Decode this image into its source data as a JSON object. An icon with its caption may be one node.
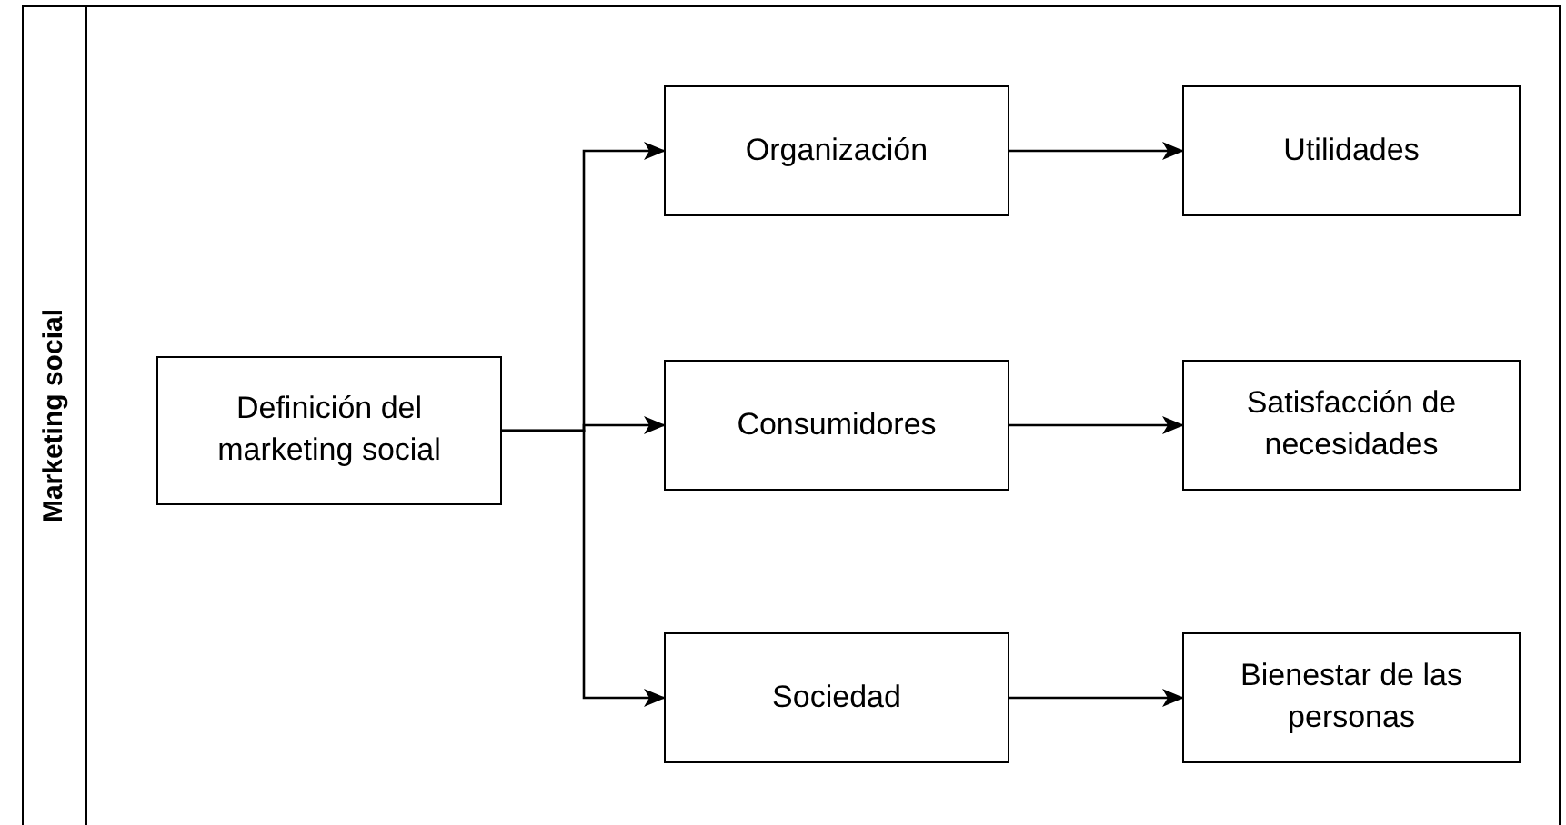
{
  "diagram": {
    "nodes": [
      {
        "text": [
          "Marketing social"
        ]
      },
      {
        "text": [
          "Definición del marketing social"
        ],
        "in": 0
      },
      {
        "text": [
          "Organización"
        ],
        "in": 0
      },
      {
        "text": [
          "Consumidores"
        ],
        "in": 0
      },
      {
        "text": [
          "Sociedad"
        ],
        "in": 0
      },
      {
        "text": [
          "Utilidades"
        ],
        "in": 0
      },
      {
        "text": [
          "Satisfacción de necesidades"
        ],
        "in": 0
      },
      {
        "text": [
          "Bienestar de las personas"
        ],
        "in": 0
      }
    ],
    "edges": [
      {
        "from": 1,
        "to": 2,
        "arrow": "to"
      },
      {
        "from": 1,
        "to": 3,
        "arrow": "to"
      },
      {
        "from": 1,
        "to": 4,
        "arrow": "to"
      },
      {
        "from": 2,
        "to": 5,
        "arrow": "to"
      },
      {
        "from": 3,
        "to": 6,
        "arrow": "to"
      },
      {
        "from": 4,
        "to": 7,
        "arrow": "to"
      }
    ]
  }
}
